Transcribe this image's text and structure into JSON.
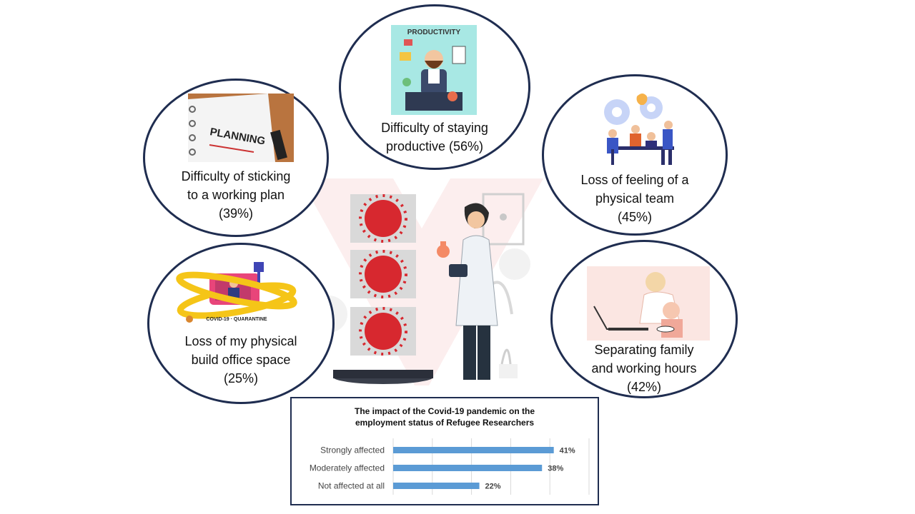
{
  "callouts": {
    "productive": {
      "text1": "Difficulty of staying",
      "text2": "productive (56%)",
      "image_caption": "PRODUCTIVITY"
    },
    "plan": {
      "text1": "Difficulty of sticking",
      "text2": "to a working plan",
      "text3": "(39%)",
      "image_caption": "PLANNING"
    },
    "team": {
      "text1": "Loss of feeling of a",
      "text2": "physical team",
      "text3": "(45%)"
    },
    "office": {
      "text1": "Loss of my physical",
      "text2": "build office space",
      "text3": "(25%)",
      "tape_text": "COVID-19 · QUARANTINE"
    },
    "family": {
      "text1": "Separating family",
      "text2": "and working hours",
      "text3": "(42%)"
    }
  },
  "colors": {
    "outline": "#1f2d50",
    "bar": "#5b9bd5",
    "virus": "#d7282f"
  },
  "chart_data": {
    "type": "bar",
    "orientation": "horizontal",
    "title": "The impact of the Covid-19 pandemic on the employment status of Refugee Researchers",
    "title_line1": "The impact of the Covid-19 pandemic on the",
    "title_line2": "employment status of Refugee Researchers",
    "categories": [
      "Strongly affected",
      "Moderately affected",
      "Not affected at all"
    ],
    "values": [
      41,
      38,
      22
    ],
    "value_labels": [
      "41%",
      "38%",
      "22%"
    ],
    "xlim": [
      0,
      50
    ],
    "grid": true
  }
}
